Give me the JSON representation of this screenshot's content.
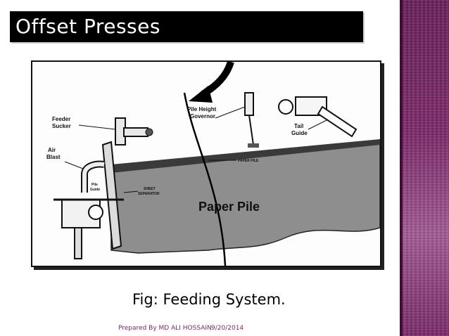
{
  "slide": {
    "title": "Offset Presses",
    "caption": "Fig: Feeding System.",
    "footer": {
      "author": "Prepared By MD ALI HOSSAIN",
      "date": "9/20/2014"
    },
    "colors": {
      "title_bg": "#000000",
      "title_text": "#ffffff",
      "side_band": "#7c2a6b",
      "footer_text": "#7a2a6a"
    }
  },
  "figure": {
    "labels": {
      "feeder_sucker": [
        "Feeder",
        "Sucker"
      ],
      "air_blast": [
        "Air",
        "Blast"
      ],
      "pile_guide": [
        "Pile",
        "Guide"
      ],
      "pile_height_governor": [
        "Pile Height",
        "Governor"
      ],
      "tail_guide": [
        "Tail",
        "Guide"
      ],
      "paper_pile_small": "PAPER PILE",
      "sheet_separator": [
        "SHEET",
        "SEPARATOR"
      ],
      "paper_pile": "Paper Pile"
    }
  }
}
